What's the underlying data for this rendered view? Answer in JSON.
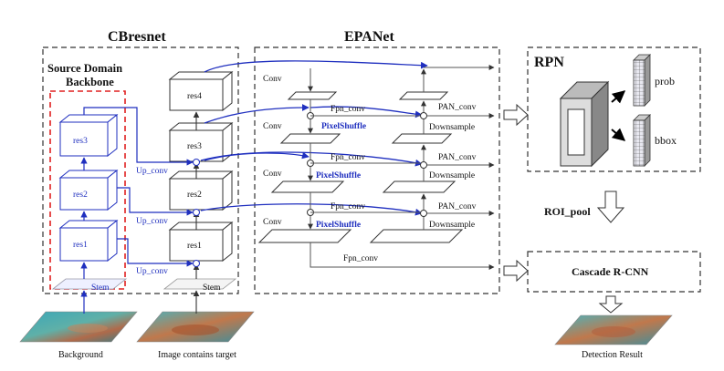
{
  "titles": {
    "cbresnet": "CBresnet",
    "epanet": "EPANet",
    "rpn": "RPN",
    "source_domain_1": "Source Domain",
    "source_domain_2": "Backbone"
  },
  "source_backbone": {
    "stages": [
      "res3",
      "res2",
      "res1"
    ],
    "stem": "Stem"
  },
  "target_backbone": {
    "stages": [
      "res4",
      "res3",
      "res2",
      "res1"
    ],
    "stem": "Stem"
  },
  "connections": {
    "up_conv": "Up_conv",
    "conv": "Conv",
    "fpn_conv": "Fpn_conv",
    "pixel_shuffle": "PixelShuffle",
    "pan_conv": "PAN_conv",
    "downsample": "Downsample"
  },
  "rpn": {
    "prob": "prob",
    "bbox": "bbox"
  },
  "stages": {
    "roi_pool": "ROI_pool",
    "cascade": "Cascade  R-CNN"
  },
  "captions": {
    "background": "Background",
    "image_target": "Image contains target",
    "detection_result": "Detection Result"
  },
  "colors": {
    "blue": "#1f2fbf",
    "red_dashed": "#e02020",
    "dark_dashed": "#333333"
  }
}
